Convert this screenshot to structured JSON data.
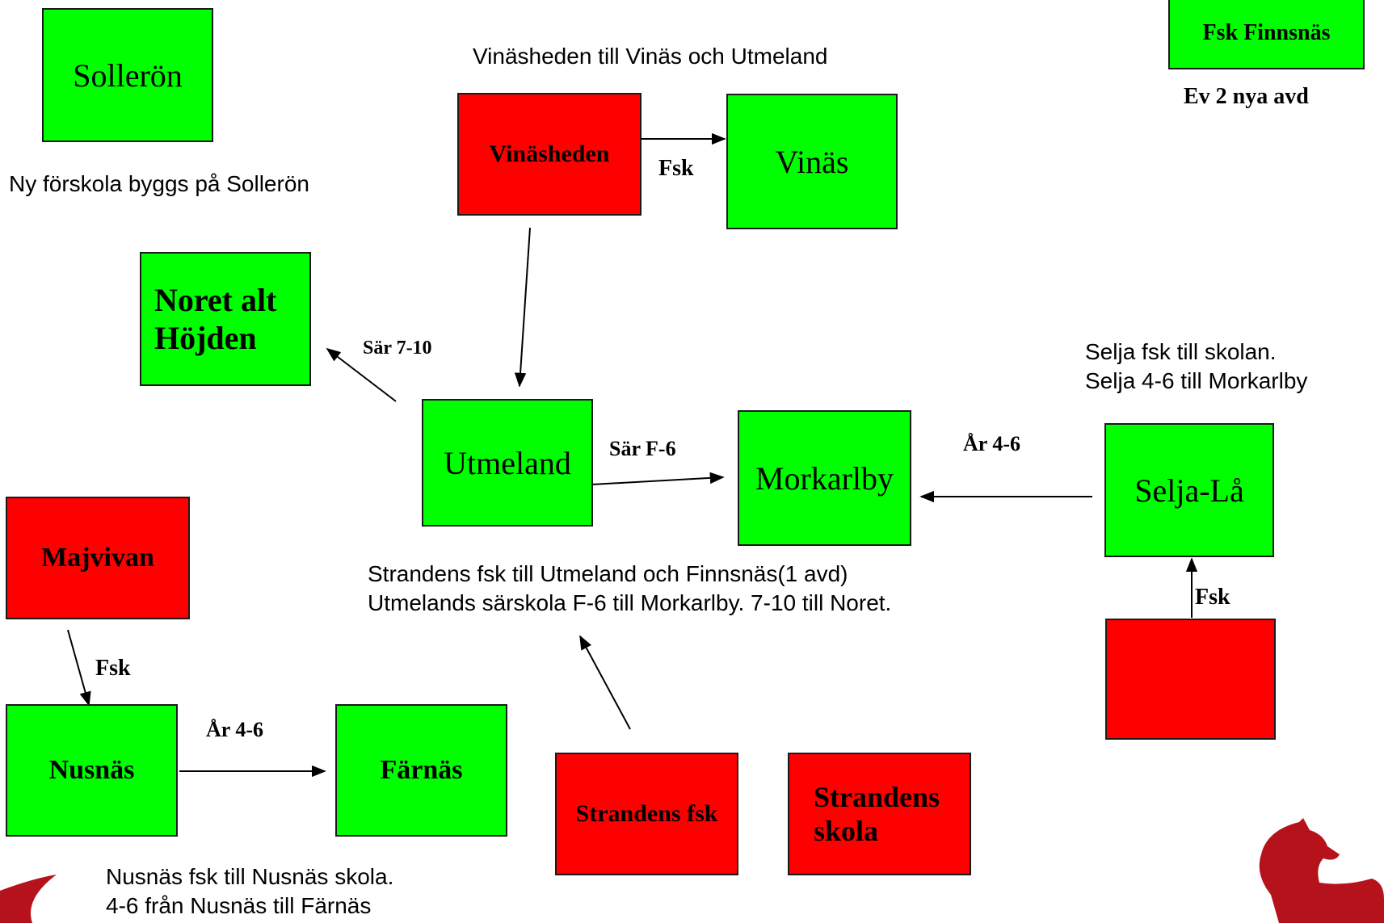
{
  "colors": {
    "green": "#00ff00",
    "red": "#ff0000",
    "accent": "#b5121b"
  },
  "nodes": {
    "solleron": "Sollerön",
    "vinasheden": "Vinäsheden",
    "vinas": "Vinäs",
    "fsk_finnsnas": "Fsk Finnsnäs",
    "noret_line1": "Noret alt",
    "noret_line2": "Höjden",
    "utmeland": "Utmeland",
    "morkarlby": "Morkarlby",
    "selja_la": "Selja-Lå",
    "selja_fsk_box": "",
    "majvivan": "Majvivan",
    "nusnas": "Nusnäs",
    "farnas": "Färnäs",
    "strandens_fsk": "Strandens fsk",
    "strandens_skola_line1": "Strandens",
    "strandens_skola_line2": "skola"
  },
  "notes": {
    "vinasheden_title": "Vinäsheden till Vinäs och Utmeland",
    "finnsnas_note": "Ev 2 nya avd",
    "solleron_note": "Ny förskola byggs på Sollerön",
    "selja_line1": "Selja fsk till skolan.",
    "selja_line2": "Selja 4-6 till Morkarlby",
    "strandens_line1": "Strandens fsk till Utmeland och Finnsnäs(1 avd)",
    "strandens_line2": "Utmelands särskola F-6 till Morkarlby. 7-10 till Noret.",
    "nusnas_line1": "Nusnäs fsk till Nusnäs skola.",
    "nusnas_line2": "4-6 från Nusnäs till Färnäs"
  },
  "edge_labels": {
    "vinas_fsk": "Fsk",
    "sar_7_10": "Sär 7-10",
    "sar_f_6": "Sär F-6",
    "ar_4_6_selja": "År 4-6",
    "selja_fsk": "Fsk",
    "majvivan_fsk": "Fsk",
    "ar_4_6_nusnas": "År 4-6"
  }
}
